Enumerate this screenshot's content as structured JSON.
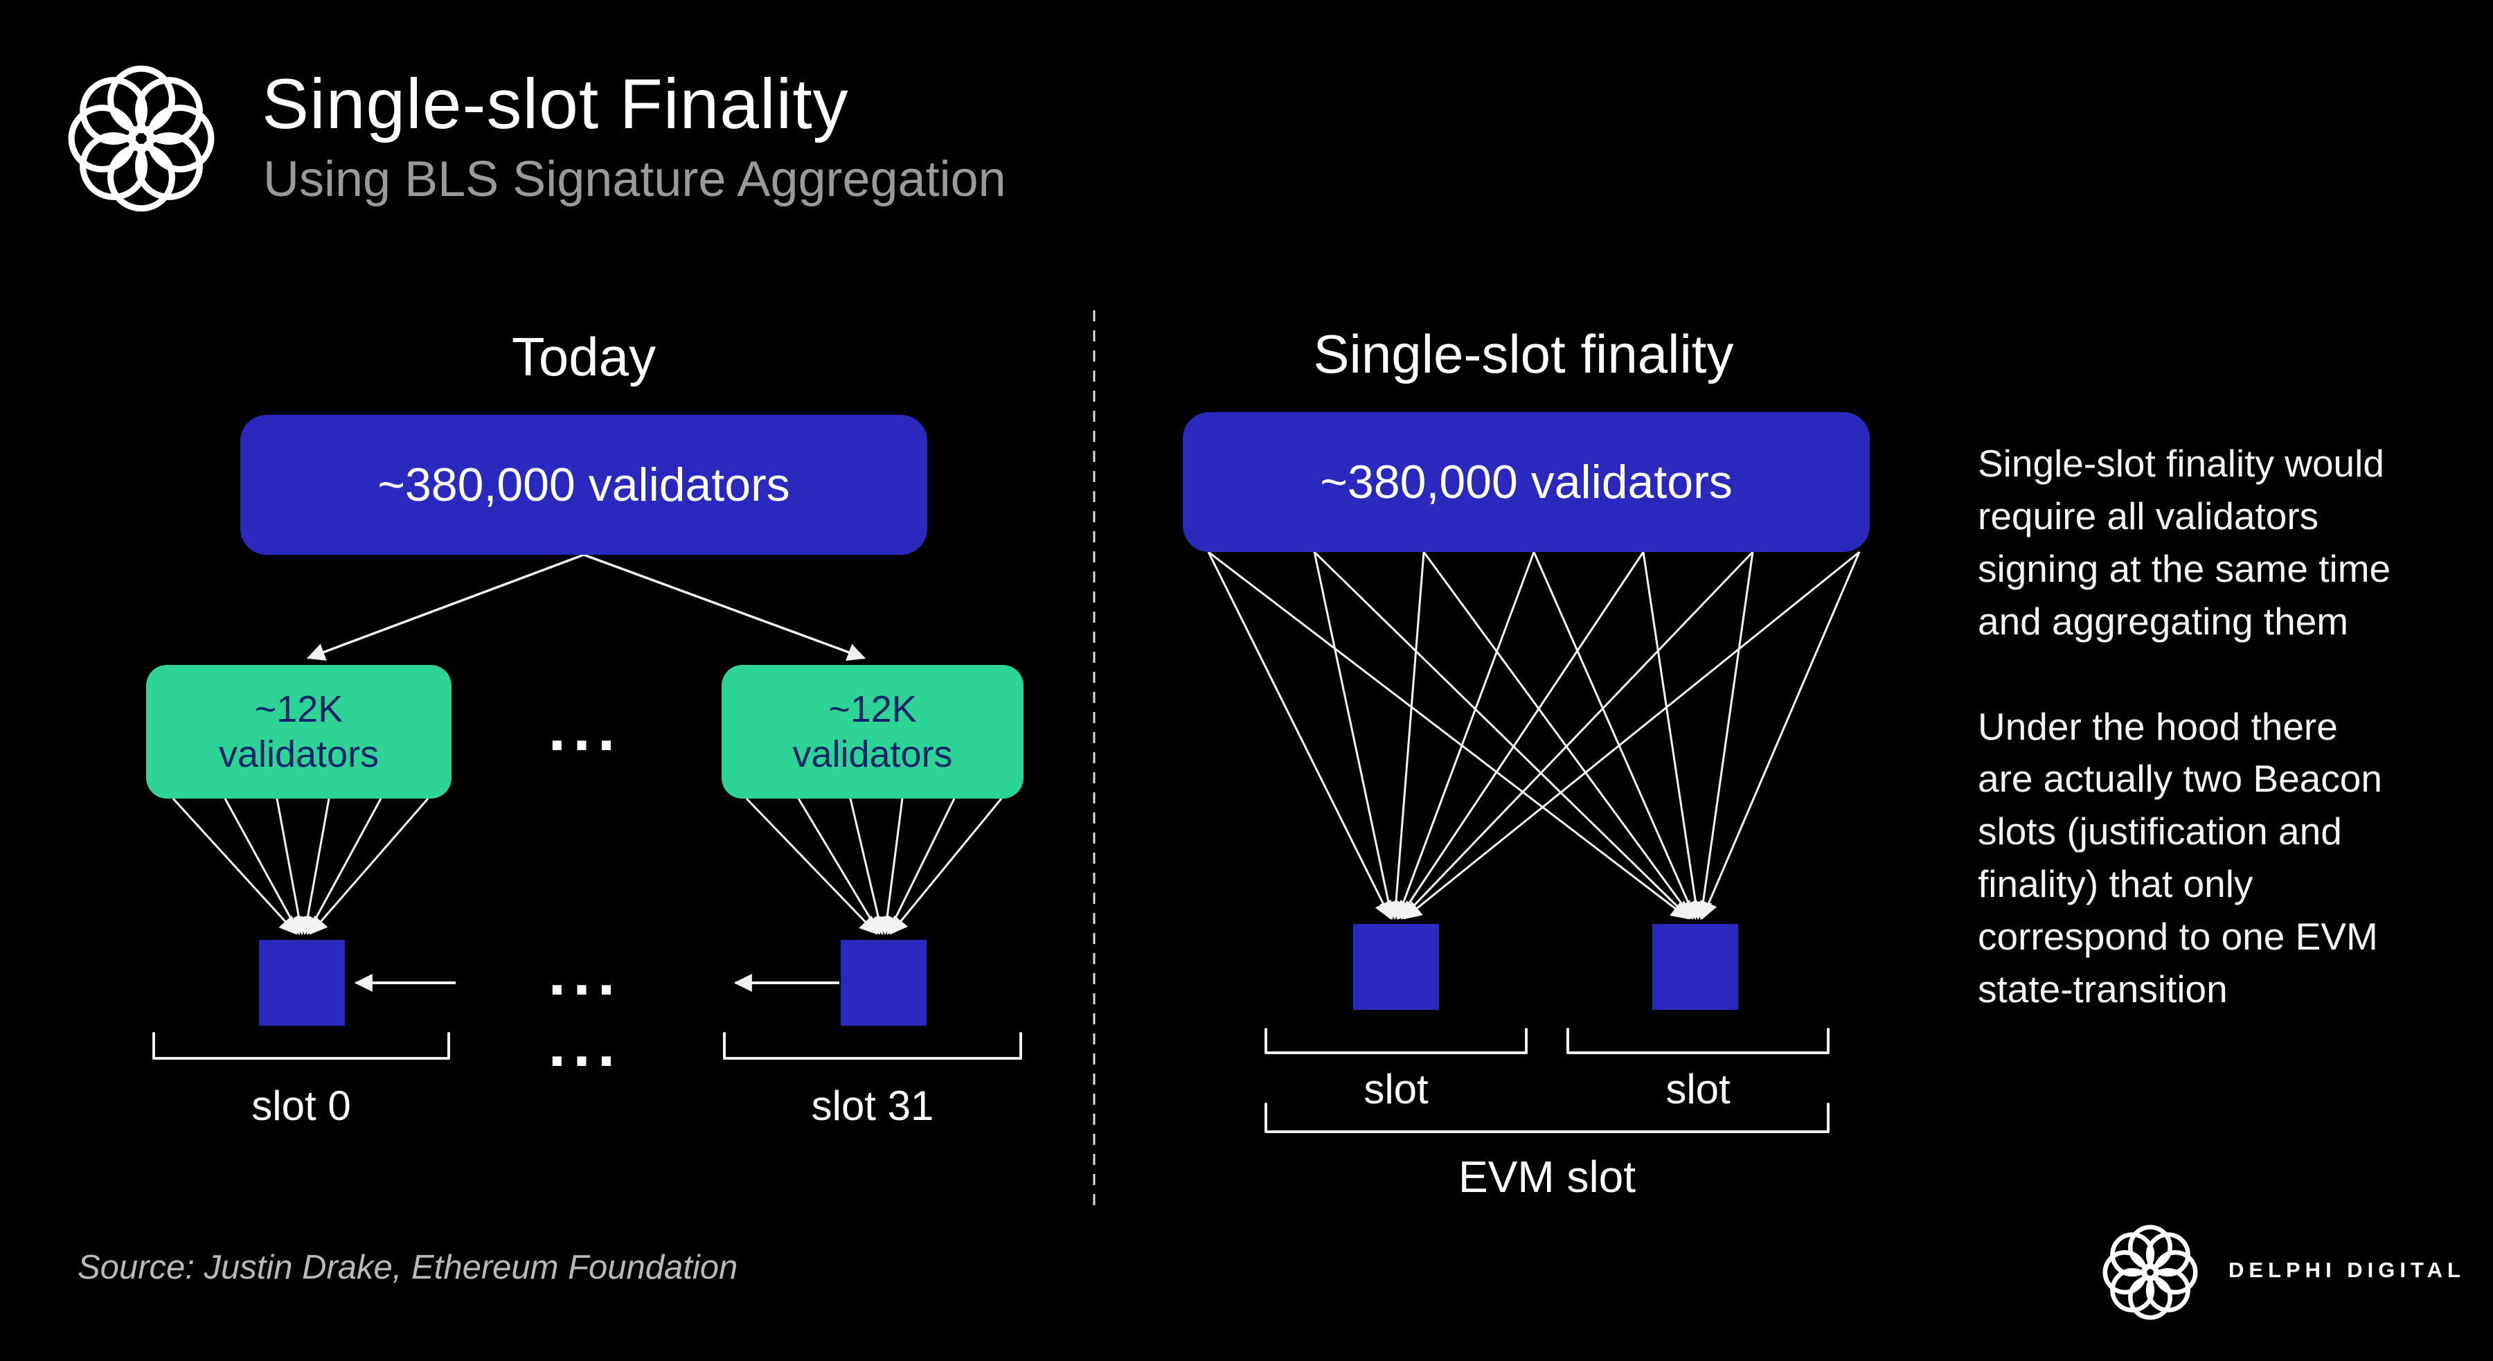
{
  "header": {
    "title": "Single-slot Finality",
    "subtitle": "Using BLS Signature Aggregation"
  },
  "left_panel": {
    "heading": "Today",
    "top_box": "~380,000 validators",
    "group_box_left": "~12K validators",
    "group_box_right": "~12K validators",
    "dots": "...",
    "slot_left": "slot 0",
    "slot_right": "slot 31"
  },
  "right_panel": {
    "heading": "Single-slot finality",
    "top_box": "~380,000 validators",
    "slot_left": "slot",
    "slot_right": "slot",
    "evm_slot": "EVM slot"
  },
  "sidebar": {
    "paragraph1": "Single-slot finality would require all validators signing at the same time and aggregating them",
    "paragraph2": "Under the hood there are actually two Beacon slots (justification and finality) that only correspond to one EVM state-transition"
  },
  "footer": {
    "source": "Source: Justin Drake, Ethereum Foundation",
    "brand": "DELPHI DIGITAL"
  },
  "colors": {
    "background": "#000000",
    "validator_blue": "#2b28bd",
    "committee_green": "#2ed495",
    "green_box_text": "#0f2468",
    "line_white": "#f2f2f2",
    "subtitle_gray": "#9a9a9a"
  }
}
